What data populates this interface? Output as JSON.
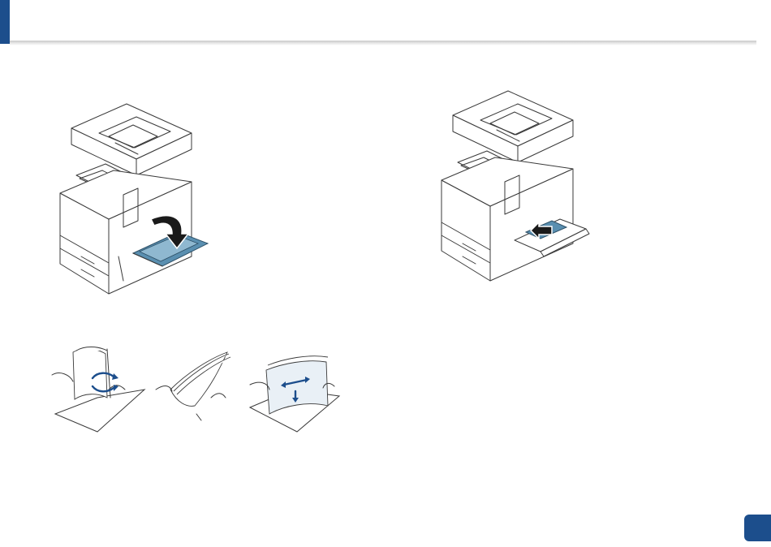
{
  "page": {
    "page_number": "",
    "accent_color": "#1c4e8c"
  },
  "illustrations": [
    {
      "id": "open-multipurpose-tray",
      "icon": "printer-tray-open-illustration"
    },
    {
      "id": "extend-tray-extension",
      "icon": "printer-tray-extend-illustration"
    },
    {
      "id": "flex-fan-paper",
      "icon": "paper-fanning-illustration"
    }
  ],
  "colors": {
    "tray_blue": "#5a8fb0",
    "arrow_blue": "#1c4e8c",
    "line": "#3a3a3a"
  }
}
